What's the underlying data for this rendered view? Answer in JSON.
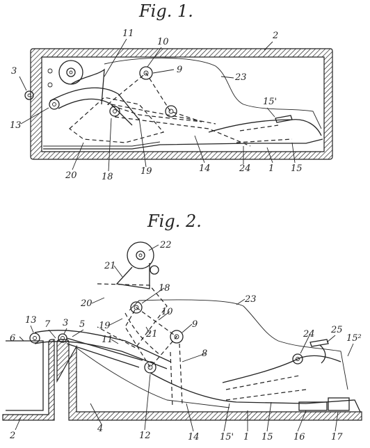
{
  "figures": [
    {
      "title": "Fig. 1.",
      "refs": [
        "2",
        "3",
        "9",
        "10",
        "11",
        "13",
        "14",
        "1",
        "15",
        "15'",
        "18",
        "19",
        "20",
        "23",
        "24"
      ]
    },
    {
      "title": "Fig. 2.",
      "refs": [
        "22",
        "21",
        "20",
        "18",
        "23",
        "10",
        "9",
        "13",
        "7",
        "3",
        "5",
        "6",
        "11",
        "8",
        "21",
        "19",
        "24",
        "25",
        "15²",
        "12",
        "2",
        "4",
        "14",
        "15'",
        "1",
        "15",
        "16",
        "17"
      ]
    }
  ]
}
